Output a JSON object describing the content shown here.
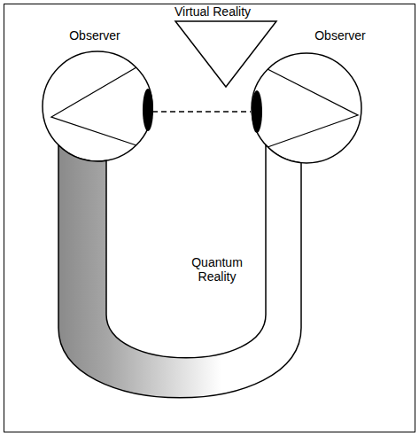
{
  "diagram": {
    "nodes": [
      {
        "text": [
          "Virtual Reality"
        ]
      },
      {
        "text": [
          "Observer"
        ]
      },
      {
        "text": [
          "Observer"
        ]
      },
      {
        "text": [
          "Quantum Reality"
        ]
      }
    ],
    "edges": [
      {
        "from": 1,
        "to": 2,
        "arrow": "none"
      }
    ]
  }
}
